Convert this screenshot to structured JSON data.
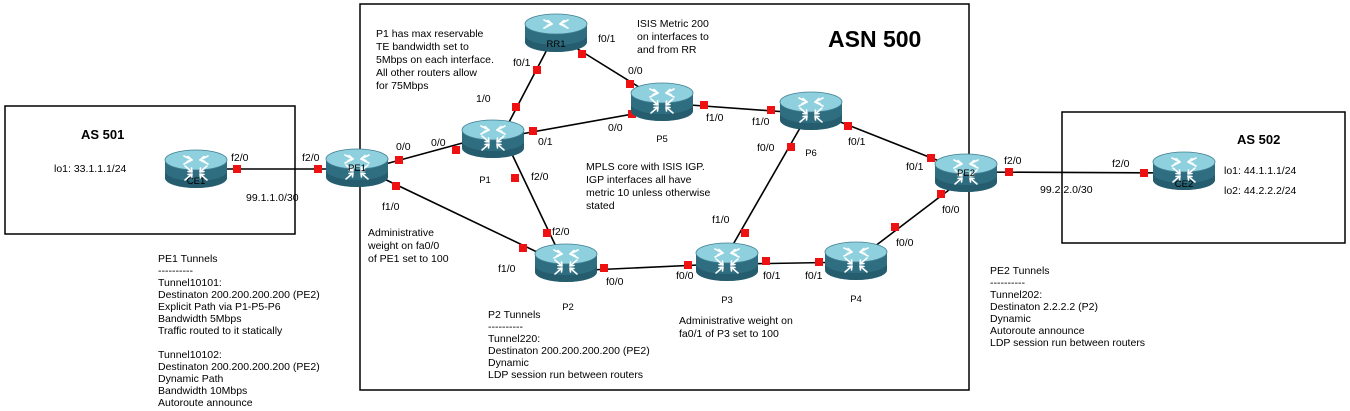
{
  "colors": {
    "router_body": "#2f6e80",
    "router_top": "#8fd0df",
    "port": "#ee1111",
    "line": "#000000"
  },
  "boxes": {
    "as501": "AS 501",
    "as502": "AS 502",
    "asn500": "ASN 500"
  },
  "routers": {
    "ce1": "CE1",
    "pe1": "PE1",
    "rr1": "RR1",
    "p1": "P1",
    "p5": "P5",
    "p6": "P6",
    "p2": "P2",
    "p3": "P3",
    "p4": "P4",
    "pe2": "PE2",
    "ce2": "CE2"
  },
  "interfaces": {
    "ce1_f20": "f2/0",
    "pe1_f20": "f2/0",
    "pe1_00": "0/0",
    "pe1_f10": "f1/0",
    "p1_00": "0/0",
    "p1_01": "0/1",
    "p1_10": "1/0",
    "p1_f20": "f2/0",
    "rr1_f01_left": "f0/1",
    "rr1_f01_right": "f0/1",
    "p5_00_top": "0/0",
    "p5_00_left": "0/0",
    "p5_f10": "f1/0",
    "p6_f10": "f1/0",
    "p6_f00": "f0/0",
    "p6_f01": "f0/1",
    "pe2_f01": "f0/1",
    "pe2_f20": "f2/0",
    "pe2_f00": "f0/0",
    "ce2_f20": "f2/0",
    "p2_f20": "f2/0",
    "p2_f10": "f1/0",
    "p2_f00": "f0/0",
    "p3_f10": "f1/0",
    "p3_f00": "f0/0",
    "p3_f01": "f0/1",
    "p4_f01": "f0/1",
    "p4_f00": "f0/0"
  },
  "addresses": {
    "ce1_lo1": "lo1: 33.1.1.1/24",
    "link_ce1_pe1": "99.1.1.0/30",
    "link_pe2_ce2": "99.2.2.0/30",
    "ce2_lo1": "lo1: 44.1.1.1/24",
    "ce2_lo2": "lo2: 44.2.2.2/24"
  },
  "notes": {
    "p1_bandwidth": [
      "P1 has max reservable",
      "TE bandwidth set to",
      "5Mbps on each interface.",
      "All other routers allow",
      "for 75Mbps"
    ],
    "isis_metric": [
      "ISIS Metric 200",
      "on interfaces to",
      "and from RR"
    ],
    "mpls_core": [
      "MPLS core with ISIS IGP.",
      "IGP interfaces all have",
      "metric 10 unless otherwise",
      "stated"
    ],
    "admin_weight_pe1": [
      "Administrative",
      "weight on fa0/0",
      "of PE1 set to 100"
    ],
    "admin_weight_p3": [
      "Administrative weight on",
      "fa0/1 of P3 set to 100"
    ]
  },
  "tunnels": {
    "pe1": {
      "heading": "PE1 Tunnels",
      "divider": "----------",
      "t1": [
        "Tunnel10101:",
        "Destinaton 200.200.200.200 (PE2)",
        "Explicit Path via P1-P5-P6",
        "Bandwidth 5Mbps",
        "Traffic routed to it statically"
      ],
      "t2": [
        "Tunnel10102:",
        "Destinaton 200.200.200.200 (PE2)",
        "Dynamic Path",
        "Bandwidth 10Mbps",
        "Autoroute announce"
      ]
    },
    "p2": {
      "heading": "P2 Tunnels",
      "divider": "----------",
      "t1": [
        "Tunnel220:",
        "Destinaton 200.200.200.200 (PE2)",
        "Dynamic",
        "LDP session run between routers"
      ]
    },
    "pe2": {
      "heading": "PE2 Tunnels",
      "divider": "----------",
      "t1": [
        "Tunnel202:",
        "Destinaton 2.2.2.2 (P2)",
        "Dynamic",
        "Autoroute announce",
        "LDP session run between routers"
      ]
    }
  }
}
